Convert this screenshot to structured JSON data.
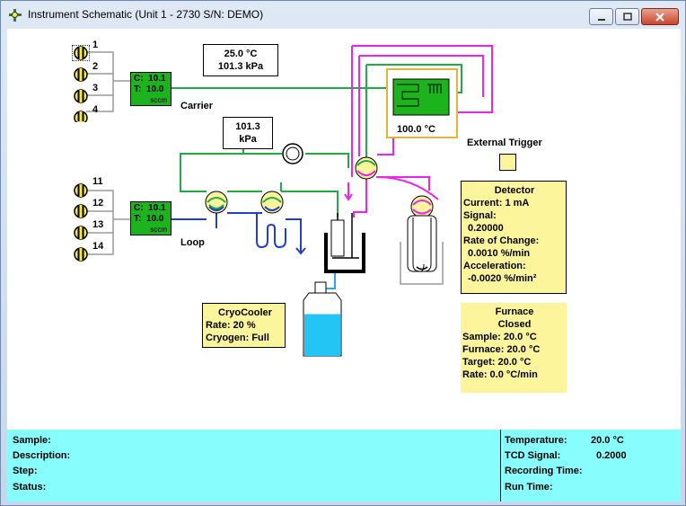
{
  "window": {
    "title": "Instrument Schematic (Unit 1 - 2730 S/N: DEMO)"
  },
  "valves_top": [
    {
      "label": "1"
    },
    {
      "label": "2"
    },
    {
      "label": "3"
    },
    {
      "label": "4"
    }
  ],
  "valves_bottom": [
    {
      "label": "11"
    },
    {
      "label": "12"
    },
    {
      "label": "13"
    },
    {
      "label": "14"
    }
  ],
  "ambient": {
    "temperature": "25.0 °C",
    "pressure": "101.3 kPa"
  },
  "carrier": {
    "label": "Carrier",
    "current": "C:  10.1",
    "target": "T:  10.0",
    "unit": "sccm"
  },
  "loop": {
    "label": "Loop",
    "current": "C:  10.1",
    "target": "T:  10.0",
    "unit": "sccm"
  },
  "pressure_gauge": {
    "value": "101.3",
    "unit": "kPa"
  },
  "oven": {
    "temperature": "100.0 °C"
  },
  "external_trigger": {
    "label": "External Trigger"
  },
  "detector": {
    "title": "Detector",
    "current": "Current: 1 mA",
    "signal_label": "Signal:",
    "signal_value": "0.20000",
    "roc_label": "Rate of Change:",
    "roc_value": "0.0010 %/min",
    "accel_label": "Acceleration:",
    "accel_value": "-0.0020 %/min²"
  },
  "furnace": {
    "title": "Furnace",
    "state": "Closed",
    "sample": "Sample: 20.0 °C",
    "furnace": "Furnace: 20.0 °C",
    "target": "Target: 20.0 °C",
    "rate": "Rate: 0.0 °C/min"
  },
  "cryocooler": {
    "title": "CryoCooler",
    "rate": "Rate: 20 %",
    "cryogen": "Cryogen: Full",
    "fill_percent": 75
  },
  "status_left": {
    "sample": "Sample:",
    "description": "Description:",
    "step": "Step:",
    "status": "Status:"
  },
  "status_right": {
    "temperature_label": "Temperature:",
    "temperature_value": "20.0 °C",
    "tcd_label": "TCD Signal:",
    "tcd_value": "0.2000",
    "recording_label": "Recording Time:",
    "run_label": "Run Time:"
  },
  "colors": {
    "green_line": "#22aa44",
    "blue_line": "#1f3fcc",
    "magenta_line": "#ee22ee",
    "cyan_line": "#29a9e0",
    "mfc_fill": "#1cb31c",
    "status_bg": "#88fdfd",
    "label_bg": "#fdf59c"
  }
}
